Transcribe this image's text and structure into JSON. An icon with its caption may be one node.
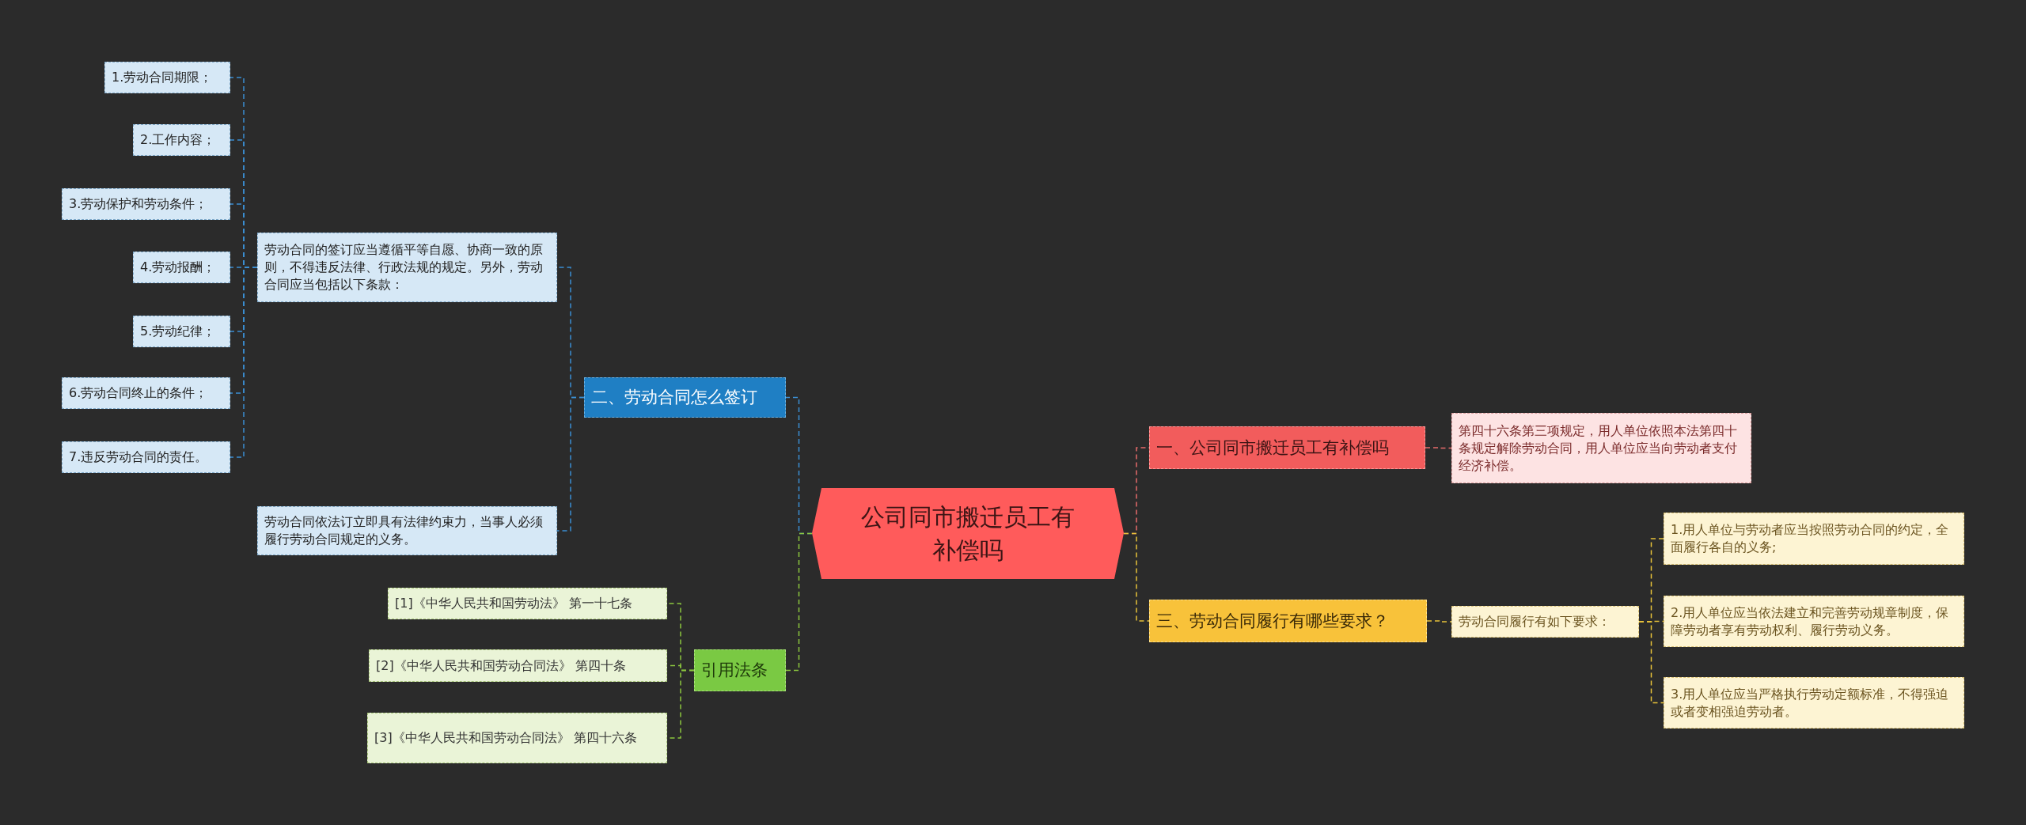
{
  "diagram": {
    "nodes": [
      {
        "text": [
          "公司同市搬迁员工有补偿吗"
        ]
      },
      {
        "text": [
          "二、劳动合同怎么签订"
        ]
      },
      {
        "text": [
          "劳动合同的签订应当遵循平等自愿、协商一致的原则，不得违反法律、行政法规的规定。另外，劳动合同应当包括以下条款："
        ]
      },
      {
        "text": [
          "1.劳动合同期限；"
        ]
      },
      {
        "text": [
          "2.工作内容；"
        ]
      },
      {
        "text": [
          "3.劳动保护和劳动条件；"
        ]
      },
      {
        "text": [
          "4.劳动报酬；"
        ]
      },
      {
        "text": [
          "5.劳动纪律；"
        ]
      },
      {
        "text": [
          "6.劳动合同终止的条件；"
        ]
      },
      {
        "text": [
          "7.违反劳动合同的责任。"
        ]
      },
      {
        "text": [
          "劳动合同依法订立即具有法律约束力，当事人必须履行劳动合同规定的义务。"
        ]
      },
      {
        "text": [
          "引用法条"
        ]
      },
      {
        "text": [
          "[1]《中华人民共和国劳动法》 第一十七条"
        ]
      },
      {
        "text": [
          "[2]《中华人民共和国劳动合同法》 第四十条"
        ]
      },
      {
        "text": [
          "[3]《中华人民共和国劳动合同法》 第四十六条"
        ]
      },
      {
        "text": [
          "一、公司同市搬迁员工有补偿吗"
        ]
      },
      {
        "text": [
          "第四十六条第三项规定，用人单位依照本法第四十条规定解除劳动合同，用人单位应当向劳动者支付经济补偿。"
        ]
      },
      {
        "text": [
          "三、劳动合同履行有哪些要求？"
        ]
      },
      {
        "text": [
          "劳动合同履行有如下要求："
        ]
      },
      {
        "text": [
          "1.用人单位与劳动者应当按照劳动合同的约定，全面履行各自的义务;"
        ]
      },
      {
        "text": [
          "2.用人单位应当依法建立和完善劳动规章制度，保障劳动者享有劳动权利、履行劳动义务。"
        ]
      },
      {
        "text": [
          "3.用人单位应当严格执行劳动定额标准，不得强迫或者变相强迫劳动者。"
        ]
      }
    ],
    "edges": [
      {
        "from": 0,
        "to": 1,
        "arrow": "none"
      },
      {
        "from": 1,
        "to": 2,
        "arrow": "none"
      },
      {
        "from": 2,
        "to": 3,
        "arrow": "none"
      },
      {
        "from": 2,
        "to": 4,
        "arrow": "none"
      },
      {
        "from": 2,
        "to": 5,
        "arrow": "none"
      },
      {
        "from": 2,
        "to": 6,
        "arrow": "none"
      },
      {
        "from": 2,
        "to": 7,
        "arrow": "none"
      },
      {
        "from": 2,
        "to": 8,
        "arrow": "none"
      },
      {
        "from": 2,
        "to": 9,
        "arrow": "none"
      },
      {
        "from": 1,
        "to": 10,
        "arrow": "none"
      },
      {
        "from": 0,
        "to": 11,
        "arrow": "none",
        "color": "#8cc63f"
      },
      {
        "from": 11,
        "to": 12,
        "arrow": "none",
        "color": "#8cc63f"
      },
      {
        "from": 11,
        "to": 13,
        "arrow": "none",
        "color": "#8cc63f"
      },
      {
        "from": 11,
        "to": 14,
        "arrow": "none",
        "color": "#8cc63f"
      },
      {
        "from": 0,
        "to": 15,
        "arrow": "none",
        "color": "#e66b6b"
      },
      {
        "from": 15,
        "to": 16,
        "arrow": "none",
        "color": "#e66b6b"
      },
      {
        "from": 0,
        "to": 17,
        "arrow": "none",
        "color": "#e8c23a"
      },
      {
        "from": 17,
        "to": 18,
        "arrow": "none",
        "color": "#e8c23a"
      },
      {
        "from": 18,
        "to": 19,
        "arrow": "none",
        "color": "#e8c23a"
      },
      {
        "from": 18,
        "to": 20,
        "arrow": "none",
        "color": "#e8c23a"
      },
      {
        "from": 18,
        "to": 21,
        "arrow": "none",
        "color": "#e8c23a"
      }
    ]
  }
}
